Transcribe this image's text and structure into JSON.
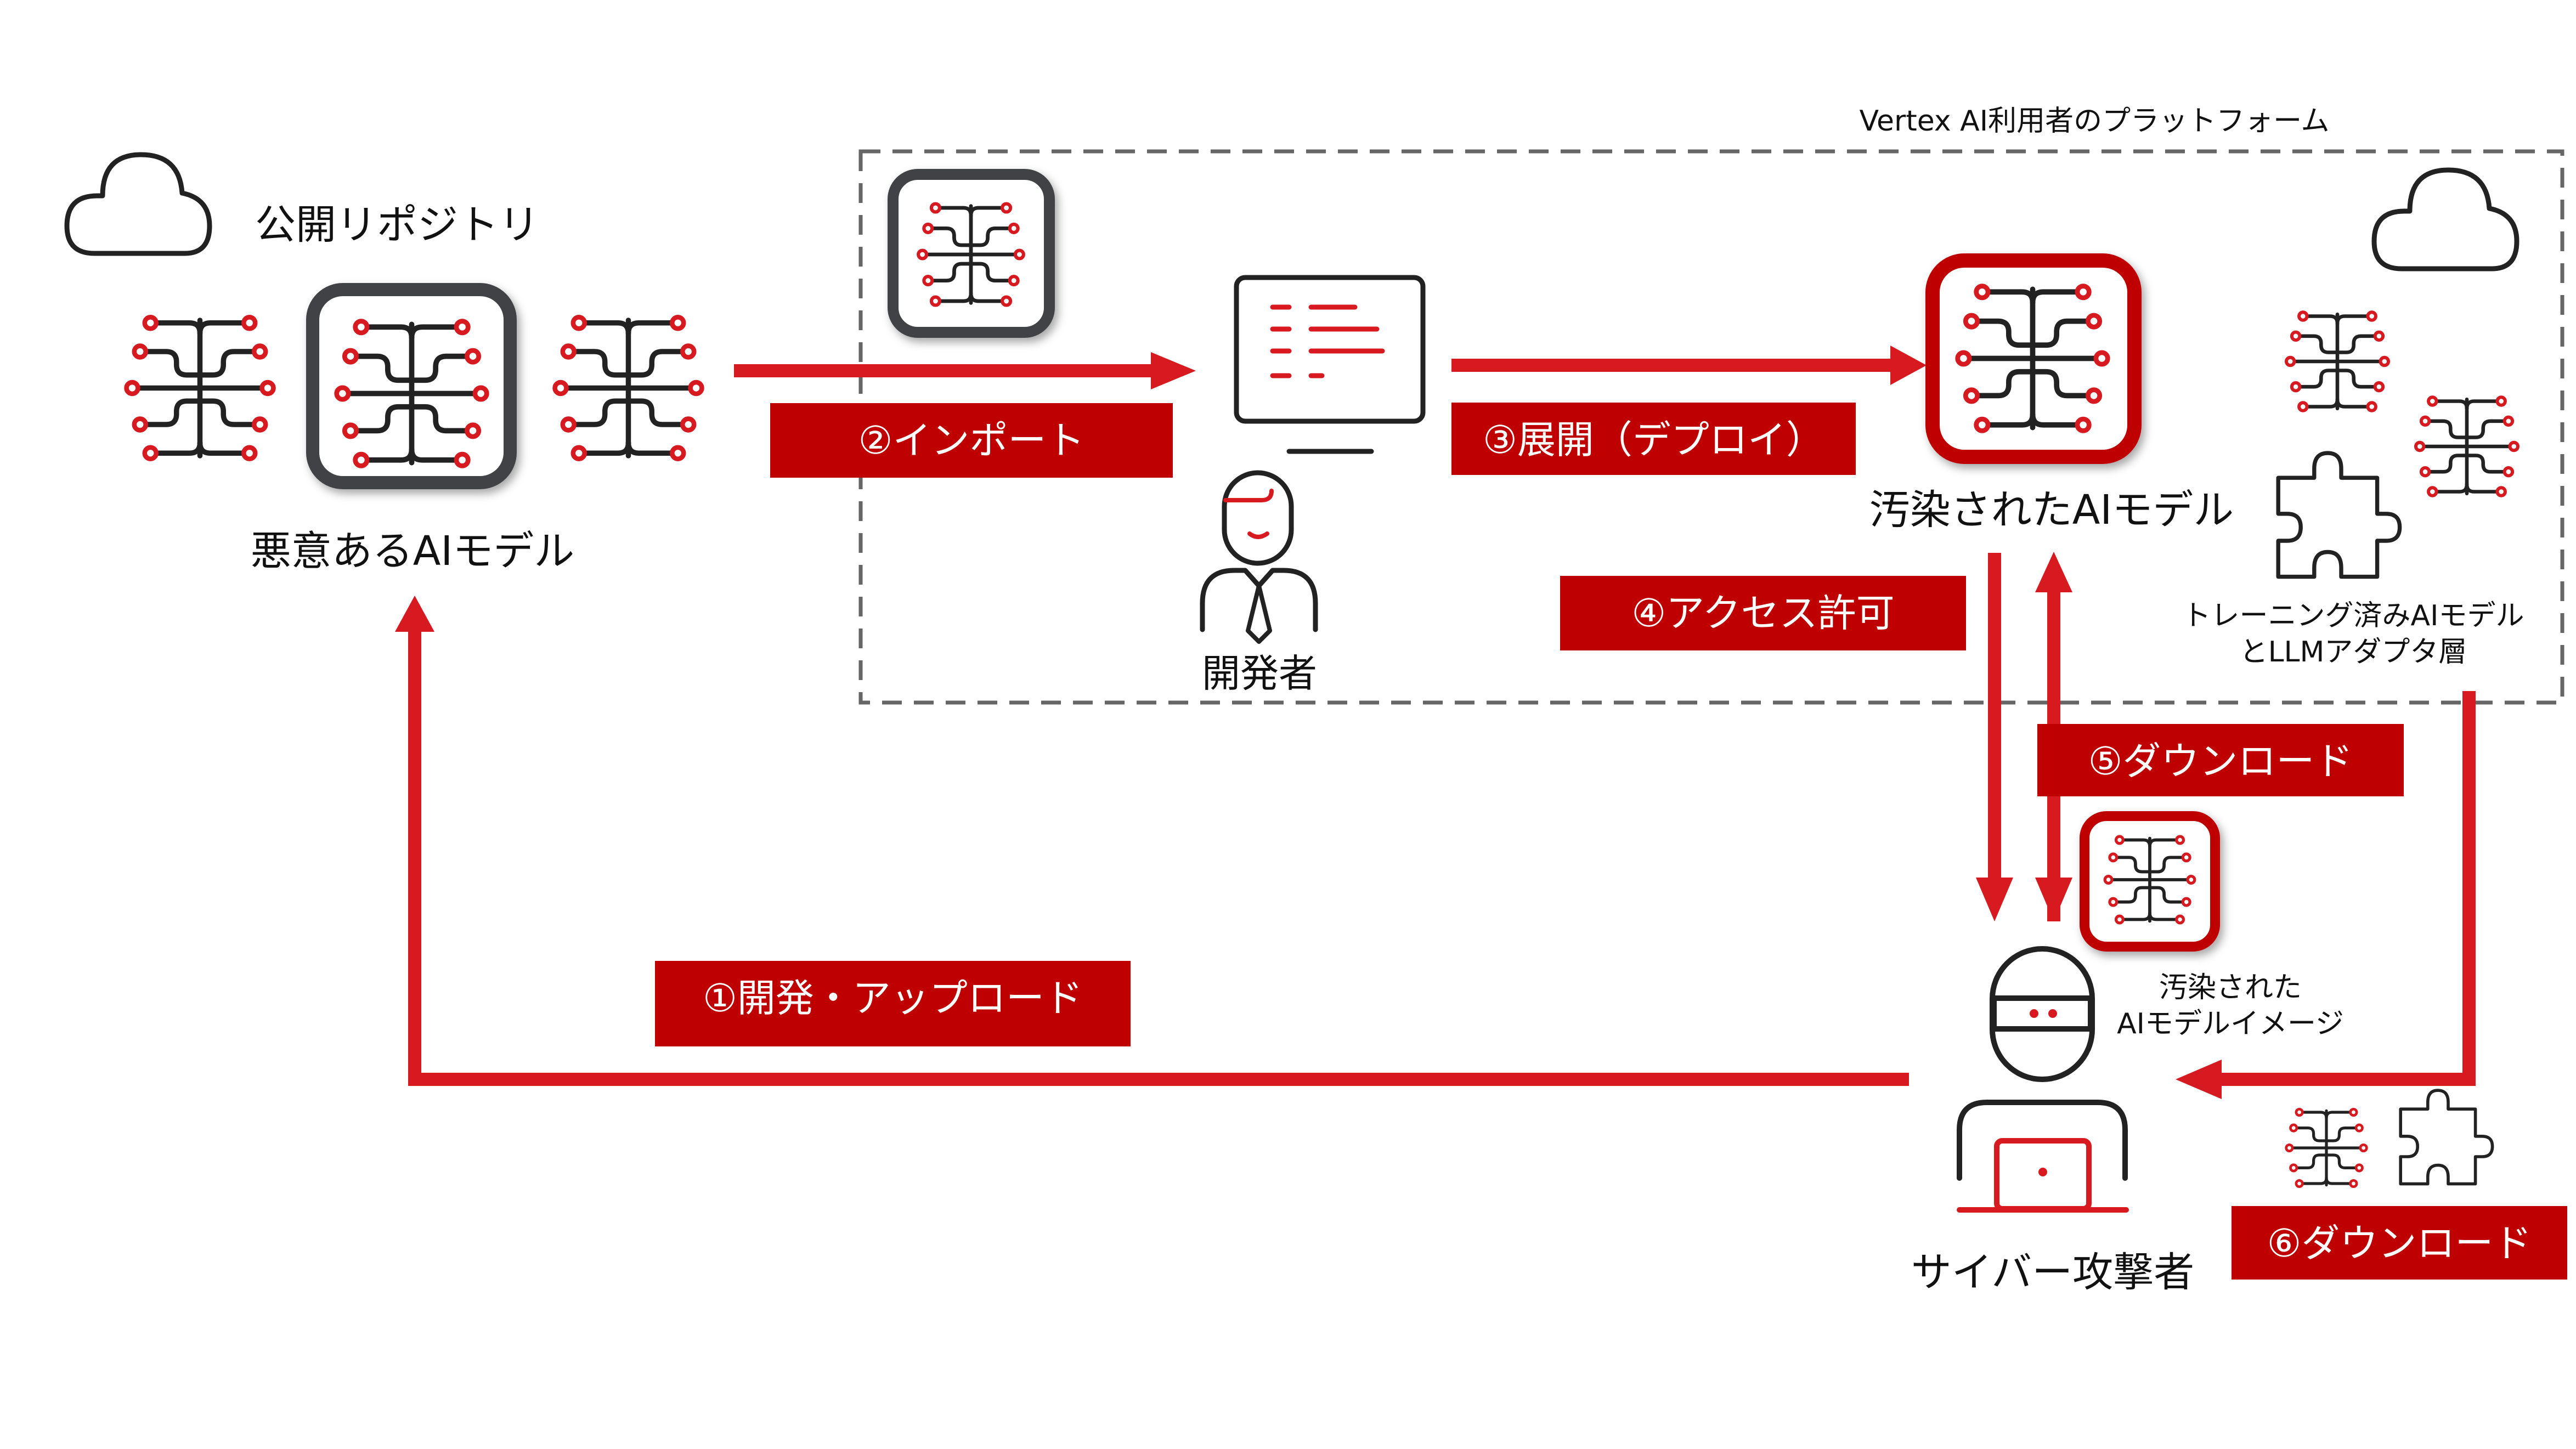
{
  "colors": {
    "arrow": "#d71920",
    "label_bg": "#bf0000",
    "label_text": "#ffffff",
    "icon_stroke": "#222222",
    "box_dark": "#414244",
    "box_red": "#bf0000",
    "dashed_border": "#666666"
  },
  "public_repo": {
    "title": "公開リポジトリ",
    "model_label": "悪意あるAIモデル"
  },
  "platform": {
    "title": "Vertex AI利用者のプラットフォーム",
    "developer_label": "開発者",
    "poisoned_model_label": "汚染されたAIモデル",
    "trained_models_label_line1": "トレーニング済みAIモデル",
    "trained_models_label_line2": "とLLMアダプタ層"
  },
  "attacker": {
    "label": "サイバー攻撃者",
    "image_label_line1": "汚染された",
    "image_label_line2": "AIモデルイメージ"
  },
  "steps": [
    {
      "id": 1,
      "label": "①開発・アップロード"
    },
    {
      "id": 2,
      "label": "②インポート"
    },
    {
      "id": 3,
      "label": "③展開（デプロイ）"
    },
    {
      "id": 4,
      "label": "④アクセス許可"
    },
    {
      "id": 5,
      "label": "⑤ダウンロード"
    },
    {
      "id": 6,
      "label": "⑥ダウンロード"
    }
  ]
}
